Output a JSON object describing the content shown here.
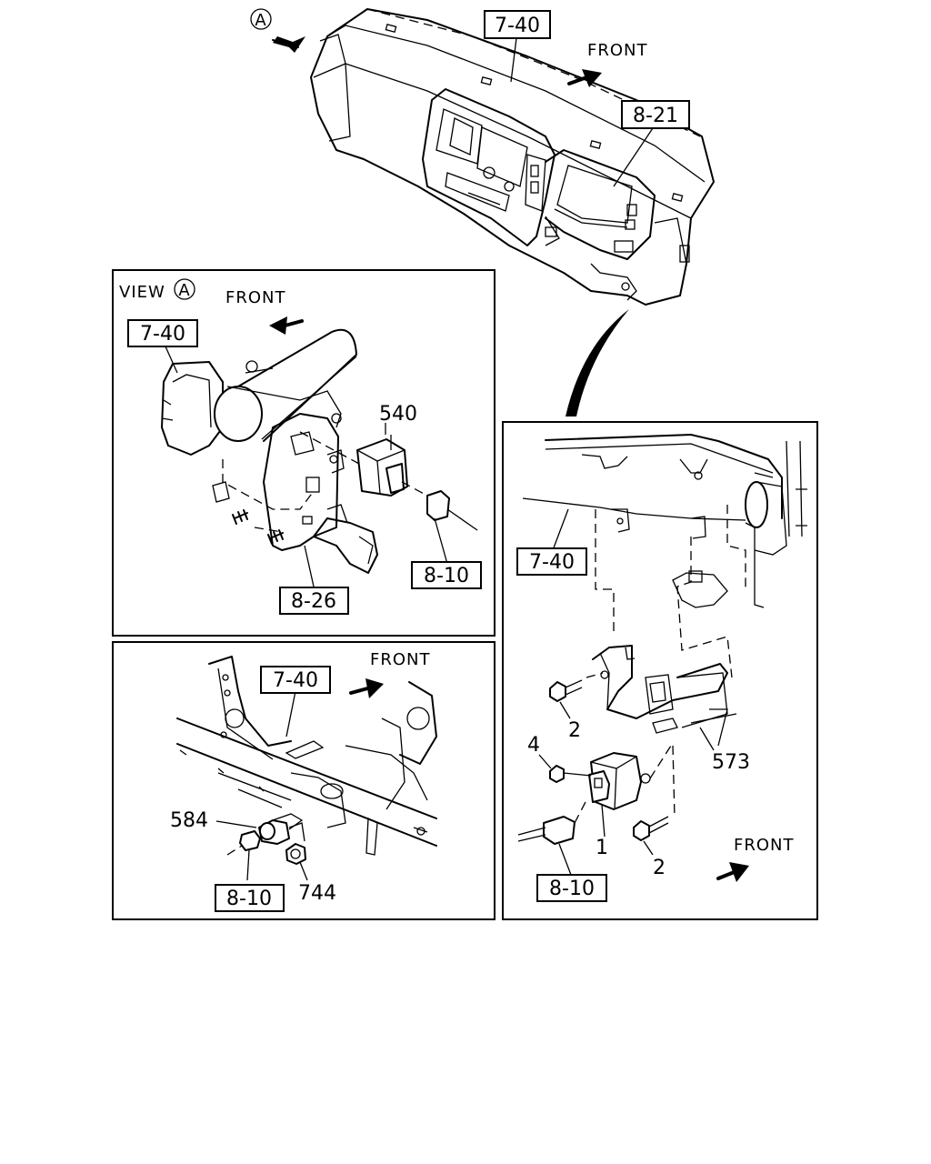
{
  "top_view": {
    "view_marker": "A",
    "ref_dashboard": "7-40",
    "ref_cluster": "8-21",
    "front_label": "FRONT"
  },
  "view_a_panel": {
    "title_prefix": "VIEW",
    "title_marker": "A",
    "front_label": "FRONT",
    "ref_dashboard": "7-40",
    "ref_bracket": "8-26",
    "ref_harness": "8-10",
    "part_unit": "540"
  },
  "lower_left_panel": {
    "front_label": "FRONT",
    "ref_dashboard": "7-40",
    "ref_harness": "8-10",
    "part_connector": "584",
    "part_nut": "744"
  },
  "right_panel": {
    "front_label": "FRONT",
    "ref_dashboard": "7-40",
    "ref_harness": "8-10",
    "part_bracket": "573",
    "part_relay": "1",
    "part_bolt_upper": "2",
    "part_bolt_lower": "2",
    "part_screw": "4"
  }
}
